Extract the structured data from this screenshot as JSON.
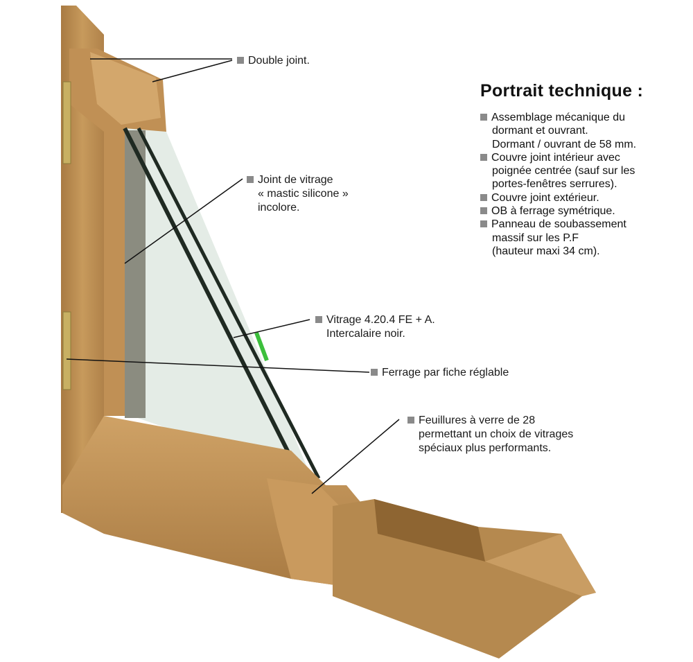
{
  "callouts": {
    "double_joint": [
      "Double joint."
    ],
    "joint_vitrage": [
      "Joint de vitrage",
      "« mastic silicone »",
      "incolore."
    ],
    "vitrage": [
      "Vitrage 4.20.4 FE + A.",
      "Intercalaire noir."
    ],
    "ferrage": [
      "Ferrage par fiche réglable"
    ],
    "feuillures": [
      "Feuillures à verre de 28",
      "permettant un choix de vitrages",
      "spéciaux plus performants."
    ]
  },
  "portrait": {
    "title": "Portrait technique :",
    "items": [
      [
        "Assemblage mécanique du",
        "dormant et ouvrant.",
        "Dormant / ouvrant de 58 mm."
      ],
      [
        "Couvre joint intérieur avec",
        "poignée centrée (sauf sur les",
        "portes-fenêtres serrures)."
      ],
      [
        "Couvre joint extérieur."
      ],
      [
        "OB à ferrage symétrique."
      ],
      [
        "Panneau de soubassement",
        "massif sur les P.F",
        "(hauteur maxi 34 cm)."
      ]
    ]
  },
  "colors": {
    "wood": "#b98a4e",
    "wood_light": "#d2a86c",
    "wood_dark": "#8e6532",
    "glass": "#e4ece6",
    "bullet": "#8a8a8a"
  }
}
